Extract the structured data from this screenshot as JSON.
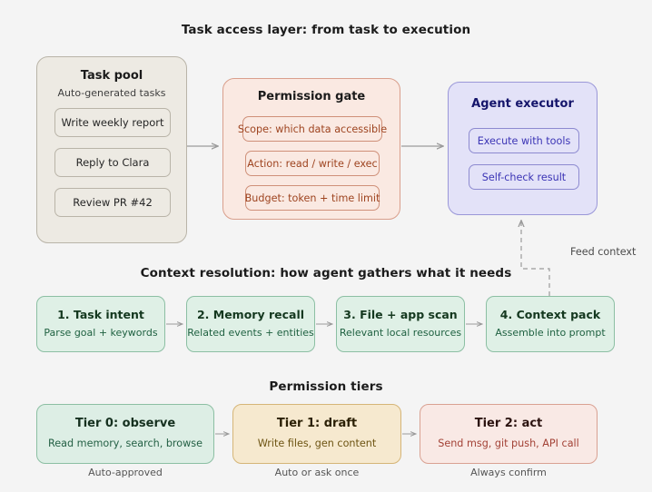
{
  "titles": {
    "top": "Task access layer: from task to execution",
    "context": "Context resolution: how agent gathers what it needs",
    "tiers": "Permission tiers"
  },
  "task_pool": {
    "title": "Task pool",
    "subtitle": "Auto-generated tasks",
    "items": [
      "Write weekly report",
      "Reply to Clara",
      "Review PR #42"
    ]
  },
  "permission_gate": {
    "title": "Permission gate",
    "items": [
      "Scope: which data accessible",
      "Action: read / write / exec",
      "Budget: token + time limit"
    ]
  },
  "agent_executor": {
    "title": "Agent executor",
    "items": [
      "Execute with tools",
      "Self-check result"
    ]
  },
  "feedback": {
    "label": "Feed context"
  },
  "context_steps": [
    {
      "title": "1. Task intent",
      "subtitle": "Parse goal + keywords"
    },
    {
      "title": "2. Memory recall",
      "subtitle": "Related events + entities"
    },
    {
      "title": "3. File + app scan",
      "subtitle": "Relevant local resources"
    },
    {
      "title": "4. Context pack",
      "subtitle": "Assemble into prompt"
    }
  ],
  "tiers": [
    {
      "title": "Tier 0: observe",
      "subtitle": "Read memory, search, browse",
      "caption": "Auto-approved"
    },
    {
      "title": "Tier 1: draft",
      "subtitle": "Write files, gen content",
      "caption": "Auto or ask once"
    },
    {
      "title": "Tier 2: act",
      "subtitle": "Send msg, git push, API call",
      "caption": "Always confirm"
    }
  ],
  "colors": {
    "background": "#f4f4f4",
    "task_pool": "#edeae3",
    "permission_gate": "#fae9e2",
    "agent_executor": "#e3e2f8",
    "context": "#dff0e6",
    "tier0": "#ddeee5",
    "tier1": "#f6e9cf",
    "tier2": "#f9e9e5",
    "arrow": "#9a9a9a"
  }
}
